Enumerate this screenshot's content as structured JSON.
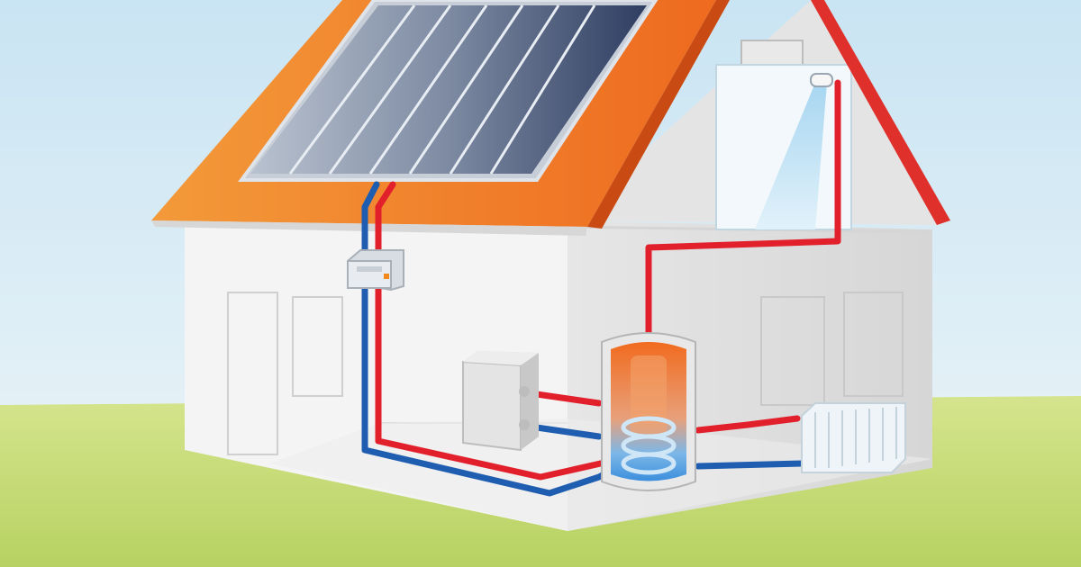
{
  "colors": {
    "sky_top": "#cde6f4",
    "sky_bottom": "#e6f3f8",
    "ground": "#c3d972",
    "roof": "#f07a2a",
    "wall_front": "#f4f4f4",
    "wall_side": "#e2e2e2",
    "hot_pipe": "#e2202c",
    "cold_pipe": "#1f5db0",
    "panel": "#6f7f98"
  },
  "components": {
    "solar_collector": "solar-thermal-collector",
    "controller": "solar-controller",
    "boiler": "boiler-unit",
    "storage_tank": "hot-water-storage-tank",
    "radiator": "radiator",
    "shower": "shower"
  }
}
